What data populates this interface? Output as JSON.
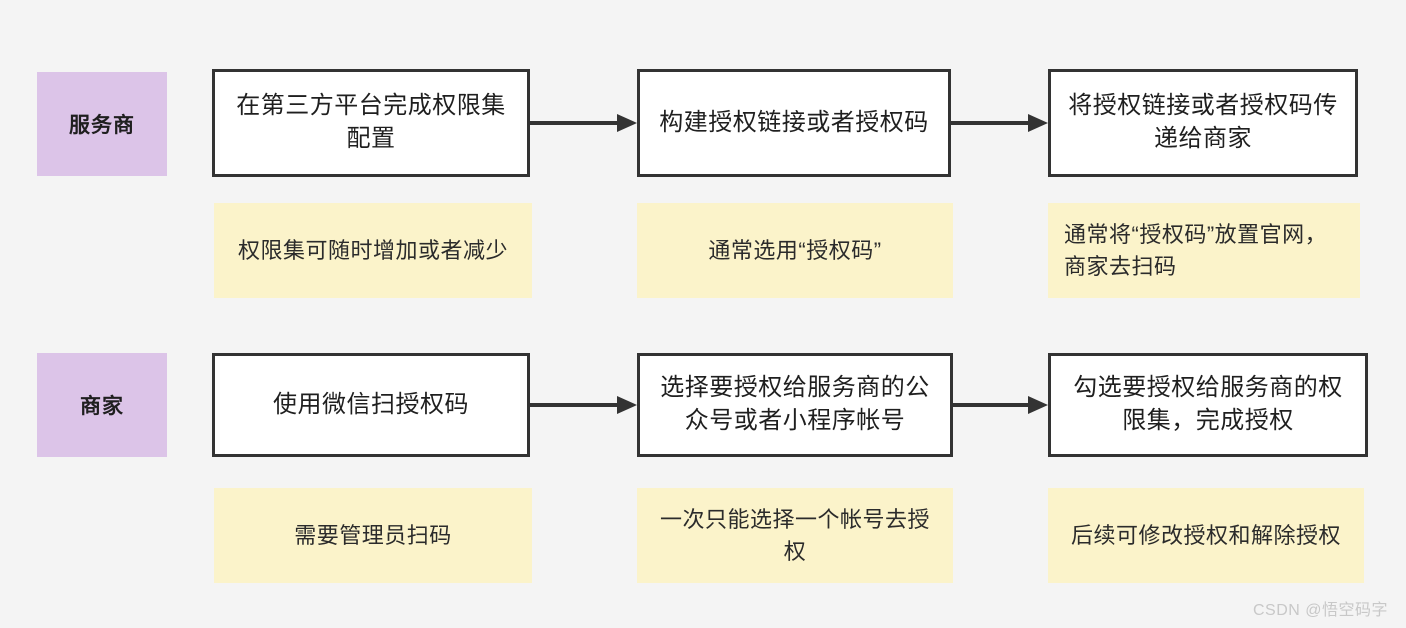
{
  "diagram": {
    "background_color": "#f4f4f4",
    "role_color": "#dcc4e8",
    "note_color": "#fbf3ca",
    "box_border_color": "#333333",
    "arrow_color": "#333333",
    "rows": [
      {
        "role": "服务商",
        "steps": [
          {
            "box": "在第三方平台完成权限集配置",
            "note": "权限集可随时增加或者减少",
            "note_align": "center"
          },
          {
            "box": "构建授权链接或者授权码",
            "note": "通常选用“授权码”",
            "note_align": "center"
          },
          {
            "box": "将授权链接或者授权码传递给商家",
            "note": "通常将“授权码”放置官网，商家去扫码",
            "note_align": "left"
          }
        ]
      },
      {
        "role": "商家",
        "steps": [
          {
            "box": "使用微信扫授权码",
            "note": "需要管理员扫码",
            "note_align": "center"
          },
          {
            "box": "选择要授权给服务商的公众号或者小程序帐号",
            "note": "一次只能选择一个帐号去授权",
            "note_align": "center"
          },
          {
            "box": "勾选要授权给服务商的权限集，完成授权",
            "note": "后续可修改授权和解除授权",
            "note_align": "center"
          }
        ]
      }
    ]
  },
  "watermark": {
    "text": "CSDN @悟空码字"
  }
}
